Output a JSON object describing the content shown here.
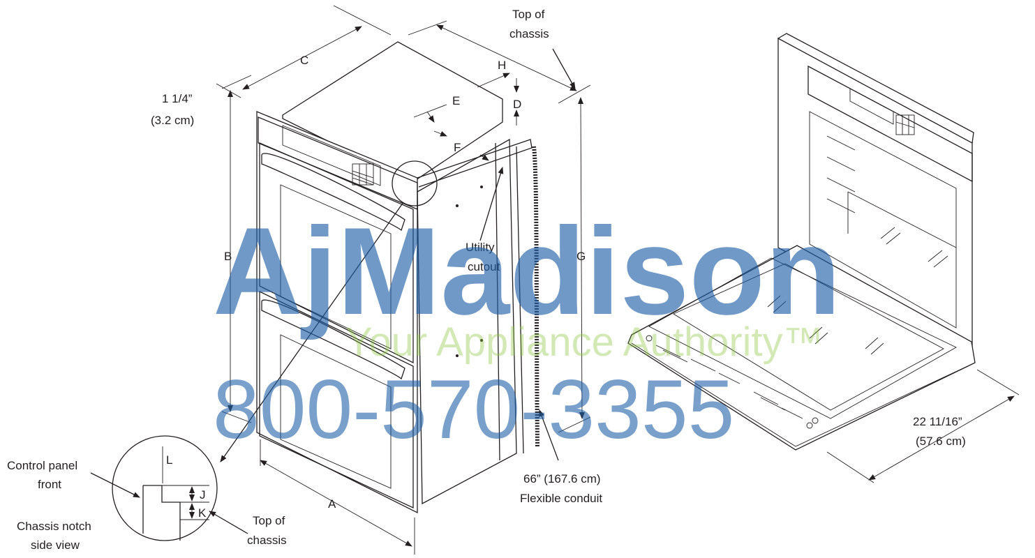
{
  "labels": {
    "dim_1_1_4": "1 1/4”",
    "dim_1_1_4_cm": "(3.2 cm)",
    "C": "C",
    "B": "B",
    "A": "A",
    "E": "E",
    "F": "F",
    "H": "H",
    "D": "D",
    "G": "G",
    "top_of_chassis_upper_1": "Top of",
    "top_of_chassis_upper_2": "chassis",
    "utility_cutout_1": "Utility",
    "utility_cutout_2": "cutout",
    "conduit_1": "66” (167.6 cm)",
    "conduit_2": "Flexible conduit",
    "control_panel_front_1": "Control panel",
    "control_panel_front_2": "front",
    "chassis_notch_1": "Chassis notch",
    "chassis_notch_2": "side view",
    "top_of_chassis_lower_1": "Top of",
    "top_of_chassis_lower_2": "chassis",
    "L": "L",
    "J": "J",
    "K": "K",
    "depth_open": "22 11/16”",
    "depth_open_cm": "(57.6 cm)"
  },
  "watermark": {
    "brand": "AjMadison",
    "tagline": "Your Appliance Authority™",
    "phone": "800-570-3355",
    "green": "#8cc63f",
    "blue": "#1f5fa8"
  }
}
